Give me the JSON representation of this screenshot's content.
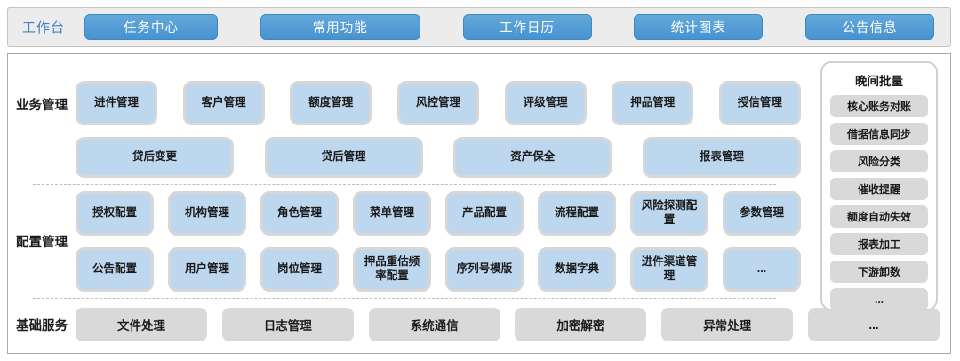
{
  "topbar": {
    "label": "工作台",
    "buttons": [
      "任务中心",
      "常用功能",
      "工作日历",
      "统计图表",
      "公告信息"
    ]
  },
  "sections": {
    "business": {
      "label": "业务管理",
      "row1": [
        "进件管理",
        "客户管理",
        "额度管理",
        "风控管理",
        "评级管理",
        "押品管理",
        "授信管理"
      ],
      "row2": [
        "贷后变更",
        "贷后管理",
        "资产保全",
        "报表管理"
      ]
    },
    "config": {
      "label": "配置管理",
      "row1": [
        "授权配置",
        "机构管理",
        "角色管理",
        "菜单管理",
        "产品配置",
        "流程配置",
        "风险探测配置",
        "参数管理"
      ],
      "row2": [
        "公告配置",
        "用户管理",
        "岗位管理",
        "押品重估频率配置",
        "序列号模版",
        "数据字典",
        "进件渠道管理",
        "..."
      ]
    },
    "base": {
      "label": "基础服务",
      "items": [
        "文件处理",
        "日志管理",
        "系统通信",
        "加密解密",
        "异常处理",
        "..."
      ]
    }
  },
  "night_batch": {
    "title": "晚间批量",
    "items": [
      "核心账务对账",
      "借据信息同步",
      "风险分类",
      "催收提醒",
      "额度自动失效",
      "报表加工",
      "下游卸数",
      "..."
    ]
  },
  "colors": {
    "topbar_button_blue": "#4f9cd6",
    "module_box_blue": "#bdd7ee",
    "gray_box": "#d9d9d9",
    "topbar_label_blue": "#3f81c4"
  }
}
